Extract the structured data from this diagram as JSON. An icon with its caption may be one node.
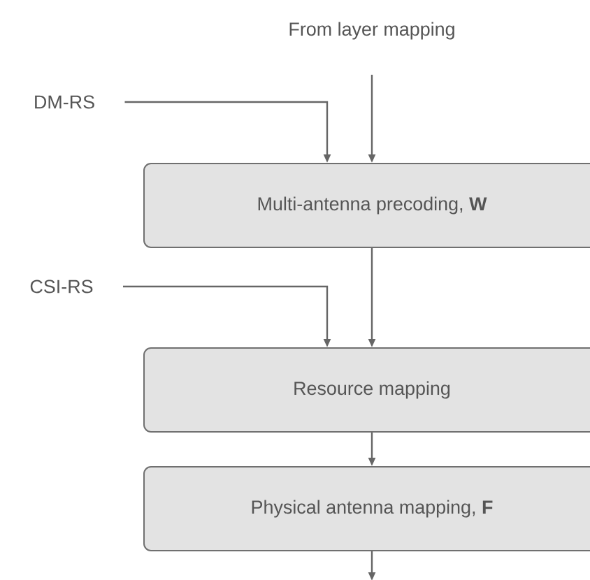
{
  "diagram": {
    "nodes": [
      {
        "text": [
          "From layer mapping"
        ]
      },
      {
        "text": [
          "DM-RS"
        ]
      },
      {
        "text": [
          "Multi-antenna precoding, **W**"
        ]
      },
      {
        "text": [
          "CSI-RS"
        ]
      },
      {
        "text": [
          "Resource mapping"
        ]
      },
      {
        "text": [
          "Physical antenna mapping, **F**"
        ]
      }
    ],
    "edges": [
      {
        "from": 0,
        "to": 2,
        "arrow": "to"
      },
      {
        "from": 1,
        "to": 2,
        "arrow": "to"
      },
      {
        "from": 3,
        "to": 4,
        "arrow": "to"
      },
      {
        "from": 2,
        "to": 4,
        "arrow": "to"
      },
      {
        "from": 4,
        "to": 5,
        "arrow": "to"
      },
      {
        "from": 5,
        "to": null,
        "arrow": "to"
      }
    ]
  }
}
